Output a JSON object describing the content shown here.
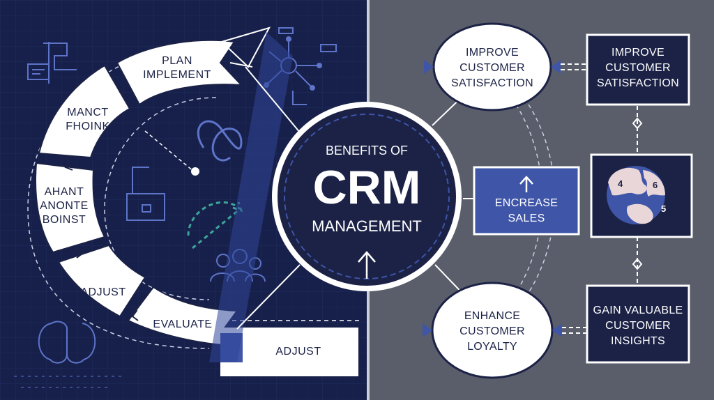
{
  "hub": {
    "line1": "BENEFITS OF",
    "line2": "CRM",
    "line3": "MANAGEMENT"
  },
  "cycle": [
    {
      "lines": [
        "PLAN",
        "IMPLEMENT"
      ]
    },
    {
      "lines": [
        "MANCT",
        "FHOINK"
      ]
    },
    {
      "lines": [
        "AHANT",
        "ANONTE",
        "BOINST"
      ]
    },
    {
      "lines": [
        "ADJUST"
      ]
    },
    {
      "lines": [
        "EVALUATE"
      ]
    }
  ],
  "adjust_box": "ADJUST",
  "right": {
    "bubble_top": [
      "IMPROVE",
      "CUSTOMER",
      "SATISFACTION"
    ],
    "bubble_bottom": [
      "ENHANCE",
      "CUSTOMER",
      "LOYALTY"
    ],
    "increase_sales": [
      "ENCREASE",
      "SALES"
    ],
    "box_top": [
      "IMPROVE",
      "CUSTOMER",
      "SATISFACTION"
    ],
    "box_bottom": [
      "GAIN VALUABLE",
      "CUSTOMER",
      "INSIGHTS"
    ],
    "puzzle_numbers": [
      "4",
      "6",
      "5"
    ]
  },
  "colors": {
    "navy": "#17204a",
    "slate": "#5a5e6a",
    "accent_blue": "#3e55a8",
    "white": "#ffffff"
  },
  "icons": [
    "circuit-icon",
    "network-icon",
    "infinity-icon",
    "box-icon",
    "refresh-arrows-icon",
    "people-icon",
    "brain-icon",
    "up-arrow-icon",
    "puzzle-icon"
  ]
}
